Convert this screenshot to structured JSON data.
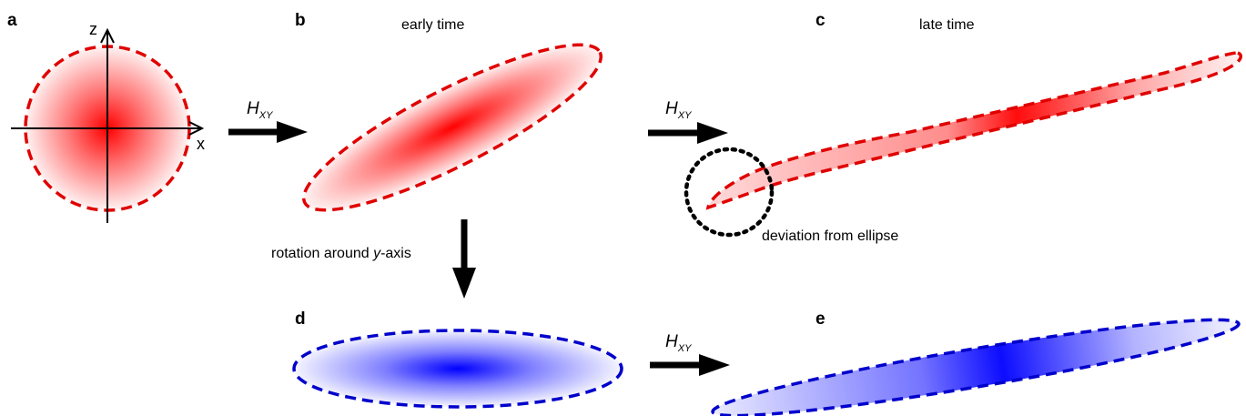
{
  "panels": {
    "a": {
      "label": "a"
    },
    "b": {
      "label": "b",
      "caption": "early time"
    },
    "c": {
      "label": "c",
      "caption": "late time"
    },
    "d": {
      "label": "d"
    },
    "e": {
      "label": "e"
    }
  },
  "axes": {
    "x_label": "x",
    "z_label": "z"
  },
  "operator": {
    "symbol": "H",
    "subscript": "XY"
  },
  "rotation_caption": {
    "prefix": "rotation around ",
    "axis": "y",
    "suffix": "-axis"
  },
  "deviation_caption": "deviation from ellipse",
  "colors": {
    "red": "#ff0000",
    "red_outline": "#e00000",
    "blue": "#0000ff",
    "blue_outline": "#0000cc",
    "arrow": "#000000"
  }
}
